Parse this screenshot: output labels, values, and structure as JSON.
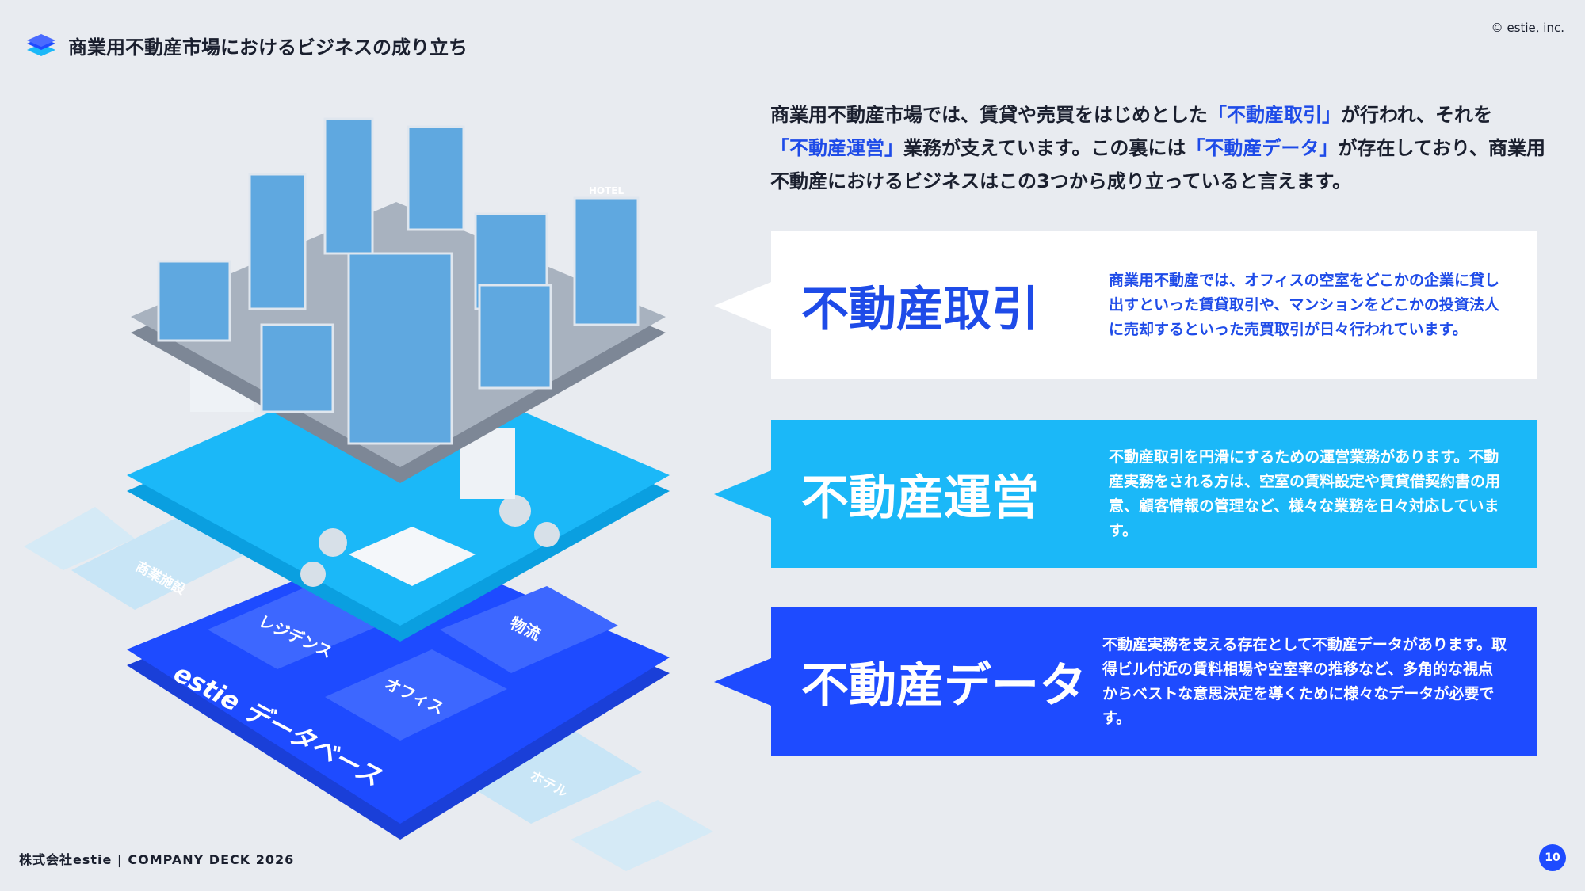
{
  "header": {
    "title": "商業用不動産市場におけるビジネスの成り立ち",
    "icon": "layers-icon"
  },
  "copyright": "© estie, inc.",
  "intro": {
    "p1": "商業用不動産市場では、賃貸や売買をはじめとした",
    "h1": "「不動産取引」",
    "p2": "が行われ、それを",
    "h2": "「不動産運営」",
    "p3": "業務が支えています。この裏には",
    "h3": "「不動産データ」",
    "p4": "が存在しており、商業用不動産におけるビジネスはこの3つから成り立っていると言えます。"
  },
  "cards": [
    {
      "title": "不動産取引",
      "desc": "商業用不動産では、オフィスの空室をどこかの企業に貸し出すといった賃貸取引や、マンションをどこかの投資法人に売却するといった売買取引が日々行われています。"
    },
    {
      "title": "不動産運営",
      "desc": "不動産取引を円滑にするための運営業務があります。不動産実務をされる方は、空室の賃料設定や賃貸借契約書の用意、顧客情報の管理など、様々な業務を日々対応しています。"
    },
    {
      "title": "不動産データ",
      "desc": "不動産実務を支える存在として不動産データがあります。取得ビル付近の賃料相場や空室率の推移など、多角的な視点からベストな意思決定を導くために様々なデータが必要です。"
    }
  ],
  "illustration": {
    "db_label": "estie データベース",
    "tiles": [
      "レジデンス",
      "物流",
      "オフィス"
    ],
    "side_tiles": [
      "商業施設",
      "ホテル"
    ],
    "building_label": "HOTEL"
  },
  "colors": {
    "accent": "#1e4bff",
    "cyan": "#1bb8f8",
    "bg": "#e8ebf0"
  },
  "footer": {
    "text": "株式会社estie | COMPANY DECK 2026",
    "page": "10"
  }
}
